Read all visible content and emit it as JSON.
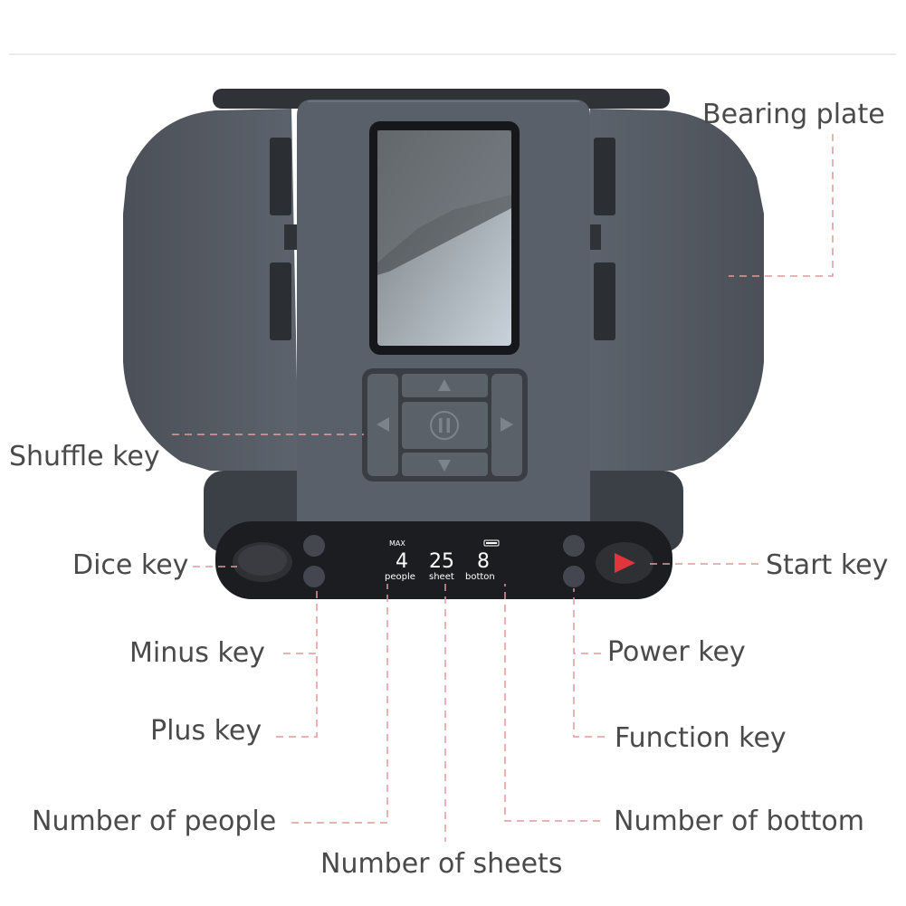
{
  "labels": {
    "bearing_plate": "Bearing plate",
    "shuffle_key": "Shuffle key",
    "dice_key": "Dice key",
    "start_key": "Start key",
    "minus_key": "Minus key",
    "power_key": "Power key",
    "plus_key": "Plus key",
    "function_key": "Function key",
    "number_of_people": "Number of people",
    "number_of_bottom": "Number of bottom",
    "number_of_sheets": "Number of sheets"
  },
  "display": {
    "max_label": "MAX",
    "people_value": "4",
    "sheet_value": "25",
    "bottom_value": "8",
    "people_caption": "people",
    "sheet_caption": "sheet",
    "bottom_caption": "botton"
  },
  "colors": {
    "body": "#545a63",
    "body_dark": "#3e434a",
    "panel": "#1c1d20",
    "start_arrow": "#e0353a",
    "guide_line": "#e29a9a",
    "label_text": "#4a4a4a"
  }
}
